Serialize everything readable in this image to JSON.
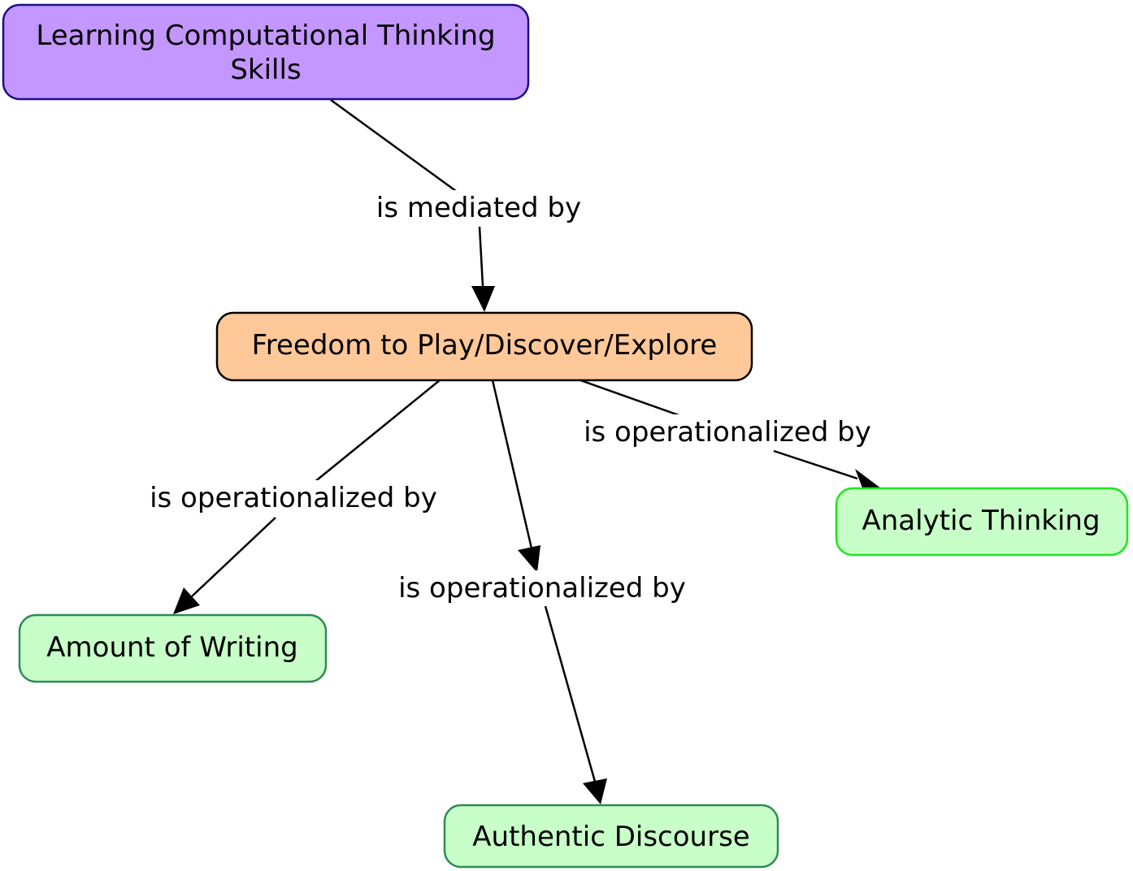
{
  "nodes": {
    "learning_ct": {
      "lines": [
        "Learning Computational Thinking",
        "Skills"
      ],
      "fill": "#c496ff",
      "stroke": "#1a0f8a"
    },
    "freedom": {
      "lines": [
        "Freedom to Play/Discover/Explore"
      ],
      "fill": "#ffc898",
      "stroke": "#000000"
    },
    "analytic": {
      "lines": [
        "Analytic Thinking"
      ],
      "fill": "#c8ffc8",
      "stroke": "#1ee61e"
    },
    "writing": {
      "lines": [
        "Amount of Writing"
      ],
      "fill": "#c8ffc8",
      "stroke": "#2e8b57"
    },
    "discourse": {
      "lines": [
        "Authentic Discourse"
      ],
      "fill": "#c8ffc8",
      "stroke": "#2e8b57"
    }
  },
  "edges": {
    "mediated": {
      "label": "is mediated by",
      "from": "learning_ct",
      "to": "freedom"
    },
    "op_analytic": {
      "label": "is operationalized by",
      "from": "freedom",
      "to": "analytic"
    },
    "op_writing": {
      "label": "is operationalized by",
      "from": "freedom",
      "to": "writing"
    },
    "op_discourse": {
      "label": "is operationalized by",
      "from": "freedom",
      "to": "discourse"
    }
  }
}
